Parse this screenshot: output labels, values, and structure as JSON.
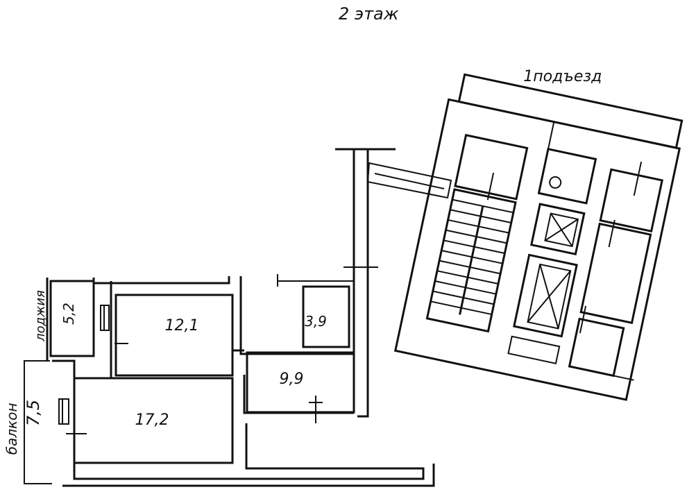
{
  "floor_title": "2 этаж",
  "entrance_label": "1подъезд",
  "loggia_label": "лоджия",
  "balcony_label": "балкон",
  "rooms": {
    "loggia_area": "5,2",
    "balcony_area": "7,5",
    "room_small": "12,1",
    "room_large": "17,2",
    "bathroom": "3,9",
    "hall": "9,9"
  }
}
